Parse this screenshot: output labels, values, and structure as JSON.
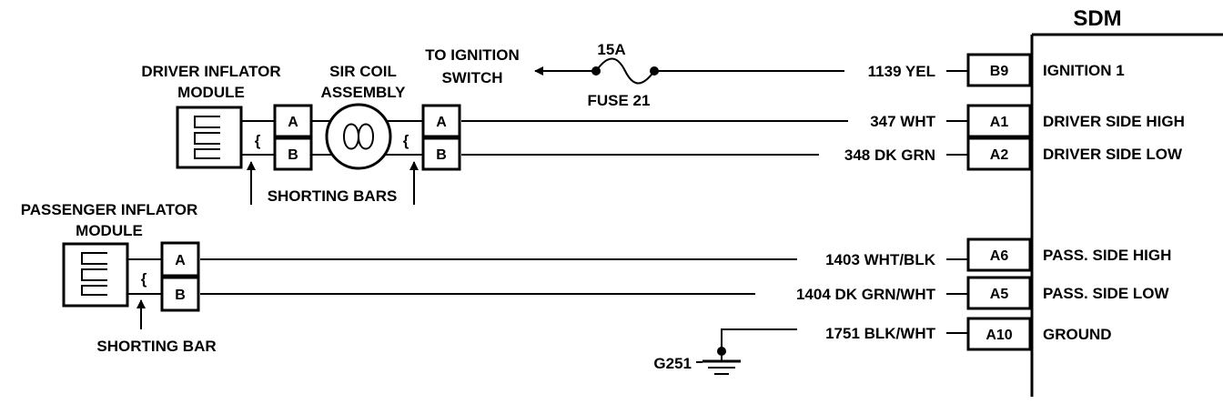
{
  "sdm": {
    "title": "SDM",
    "pins": [
      {
        "pin": "B9",
        "function": "IGNITION 1",
        "wire": "1139 YEL"
      },
      {
        "pin": "A1",
        "function": "DRIVER SIDE HIGH",
        "wire": "347 WHT"
      },
      {
        "pin": "A2",
        "function": "DRIVER SIDE LOW",
        "wire": "348 DK GRN"
      },
      {
        "pin": "A6",
        "function": "PASS. SIDE HIGH",
        "wire": "1403 WHT/BLK"
      },
      {
        "pin": "A5",
        "function": "PASS. SIDE LOW",
        "wire": "1404 DK GRN/WHT"
      },
      {
        "pin": "A10",
        "function": "GROUND",
        "wire": "1751 BLK/WHT"
      }
    ]
  },
  "fuse": {
    "rating": "15A",
    "name": "FUSE 21"
  },
  "ignition": {
    "line1": "TO IGNITION",
    "line2": "SWITCH"
  },
  "driver_inflator": {
    "line1": "DRIVER INFLATOR",
    "line2": "MODULE"
  },
  "sir_coil": {
    "line1": "SIR COIL",
    "line2": "ASSEMBLY"
  },
  "passenger_inflator": {
    "line1": "PASSENGER INFLATOR",
    "line2": "MODULE"
  },
  "connector_pins": {
    "a": "A",
    "b": "B"
  },
  "shorting_bars_label": "SHORTING BARS",
  "shorting_bar_label": "SHORTING BAR",
  "ground_label": "G251",
  "brace": "{"
}
